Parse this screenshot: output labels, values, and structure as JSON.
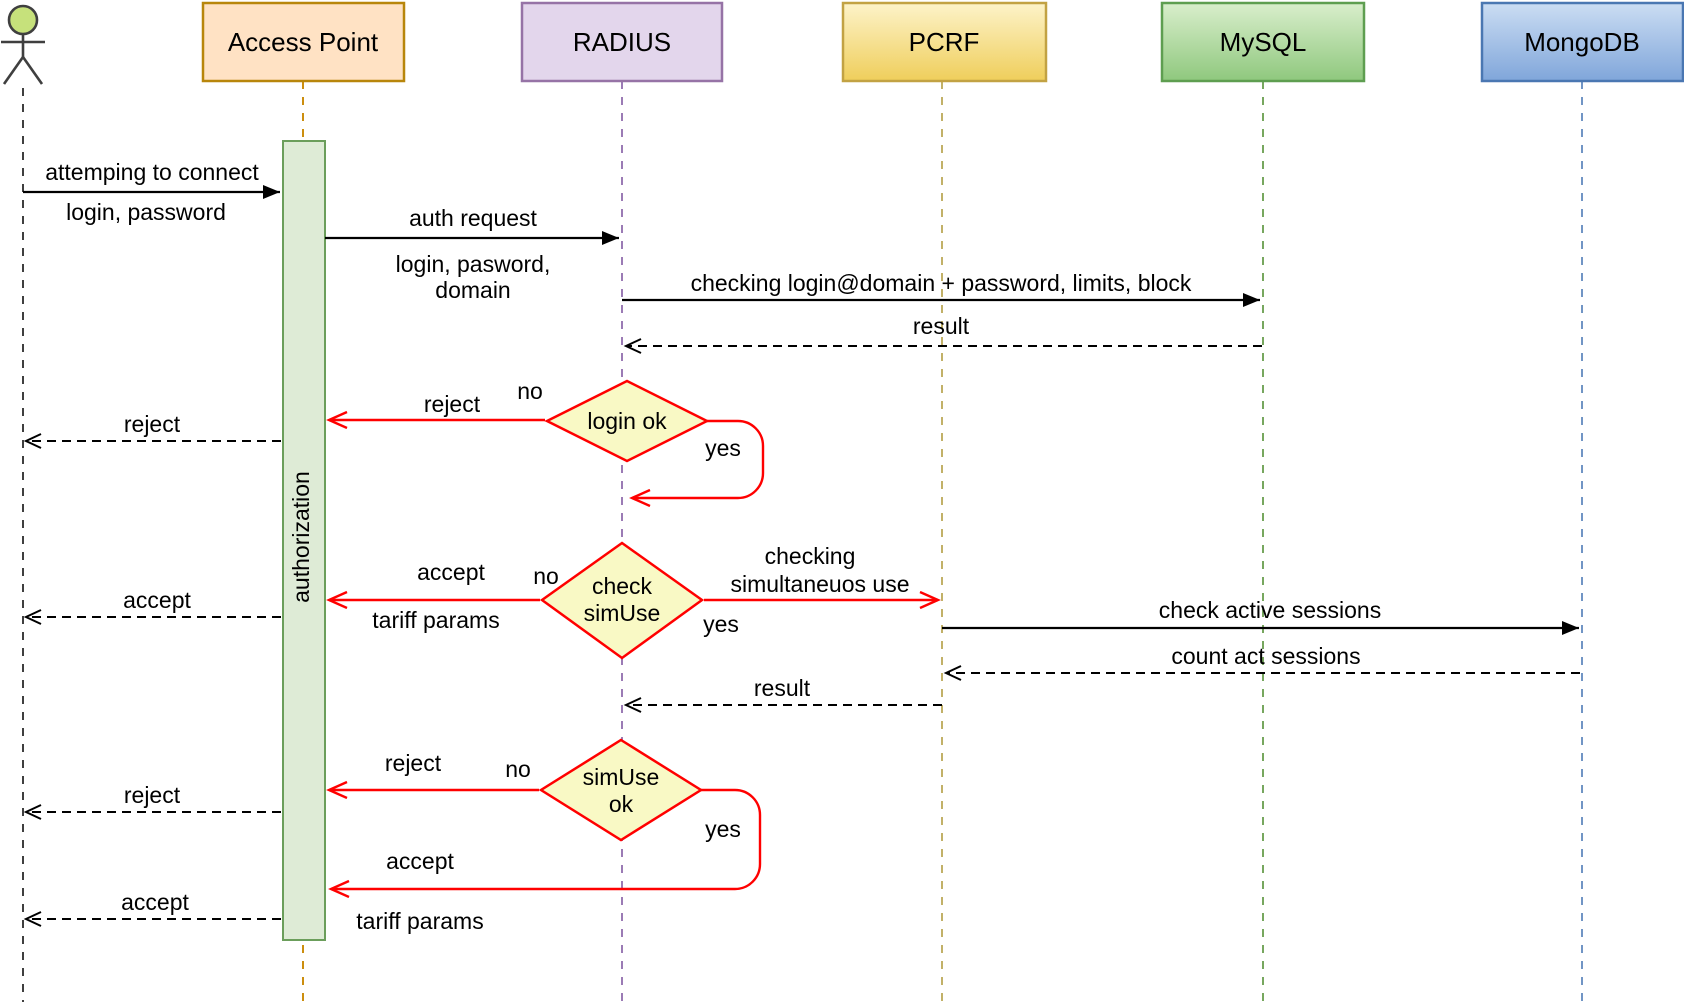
{
  "participants": [
    {
      "label": "Access Point"
    },
    {
      "label": "RADIUS"
    },
    {
      "label": "PCRF"
    },
    {
      "label": "MySQL"
    },
    {
      "label": "MongoDB"
    }
  ],
  "activation": {
    "label": "authorization"
  },
  "messages": {
    "connect": {
      "label": "attemping to connect",
      "params": "login, password"
    },
    "auth_request": {
      "label": "auth request",
      "params_line1": "login, pasword,",
      "params_line2": "domain"
    },
    "check_login": {
      "label": "checking login@domain + password, limits, block"
    },
    "result1": {
      "label": "result"
    },
    "reject1": {
      "label": "reject"
    },
    "accept1": {
      "label": "accept"
    },
    "check_active": {
      "label": "check active sessions"
    },
    "count_act": {
      "label": "count act sessions"
    },
    "result2": {
      "label": "result"
    },
    "reject2": {
      "label": "reject"
    },
    "accept2": {
      "label": "accept"
    }
  },
  "decisions": {
    "login_ok": {
      "text": "login ok",
      "no": "no",
      "yes": "yes",
      "reject": "reject"
    },
    "check_simuse": {
      "line1": "check",
      "line2": "simUse",
      "no": "no",
      "yes": "yes",
      "accept": "accept",
      "tariff": "tariff params",
      "right_line1": "checking",
      "right_line2": "simultaneuos use"
    },
    "simuse_ok": {
      "line1": "simUse",
      "line2": "ok",
      "no": "no",
      "yes": "yes",
      "reject": "reject",
      "accept": "accept",
      "tariff": "tariff params"
    }
  },
  "colors": {
    "actor_head": "#C6E17B",
    "actor_stroke": "#3F3F3F",
    "ap_fill": "#FFE2C4",
    "ap_border": "#B8860B",
    "ap_lifeline": "#CC8E0E",
    "radius_fill": "#E3D6EC",
    "radius_border": "#9673A6",
    "radius_lifeline": "#9B7BB5",
    "pcrf_top": "#FDF3C9",
    "pcrf_bottom": "#EFCE5B",
    "pcrf_border": "#C2A243",
    "pcrf_lifeline": "#C2B168",
    "mysql_top": "#D9EECC",
    "mysql_bottom": "#8FC87E",
    "mysql_border": "#5E9E50",
    "mysql_lifeline": "#77A75F",
    "mongo_top": "#CBDDF3",
    "mongo_bottom": "#80A6DA",
    "mongo_border": "#4A77B2",
    "mongo_lifeline": "#7195C5",
    "bar_fill": "#DEEBD6",
    "bar_border": "#6B9E5B",
    "diamond_fill": "#F9F9C5",
    "diamond_border": "#FF0000",
    "arrow_black": "#000000",
    "arrow_red": "#FF0000"
  }
}
